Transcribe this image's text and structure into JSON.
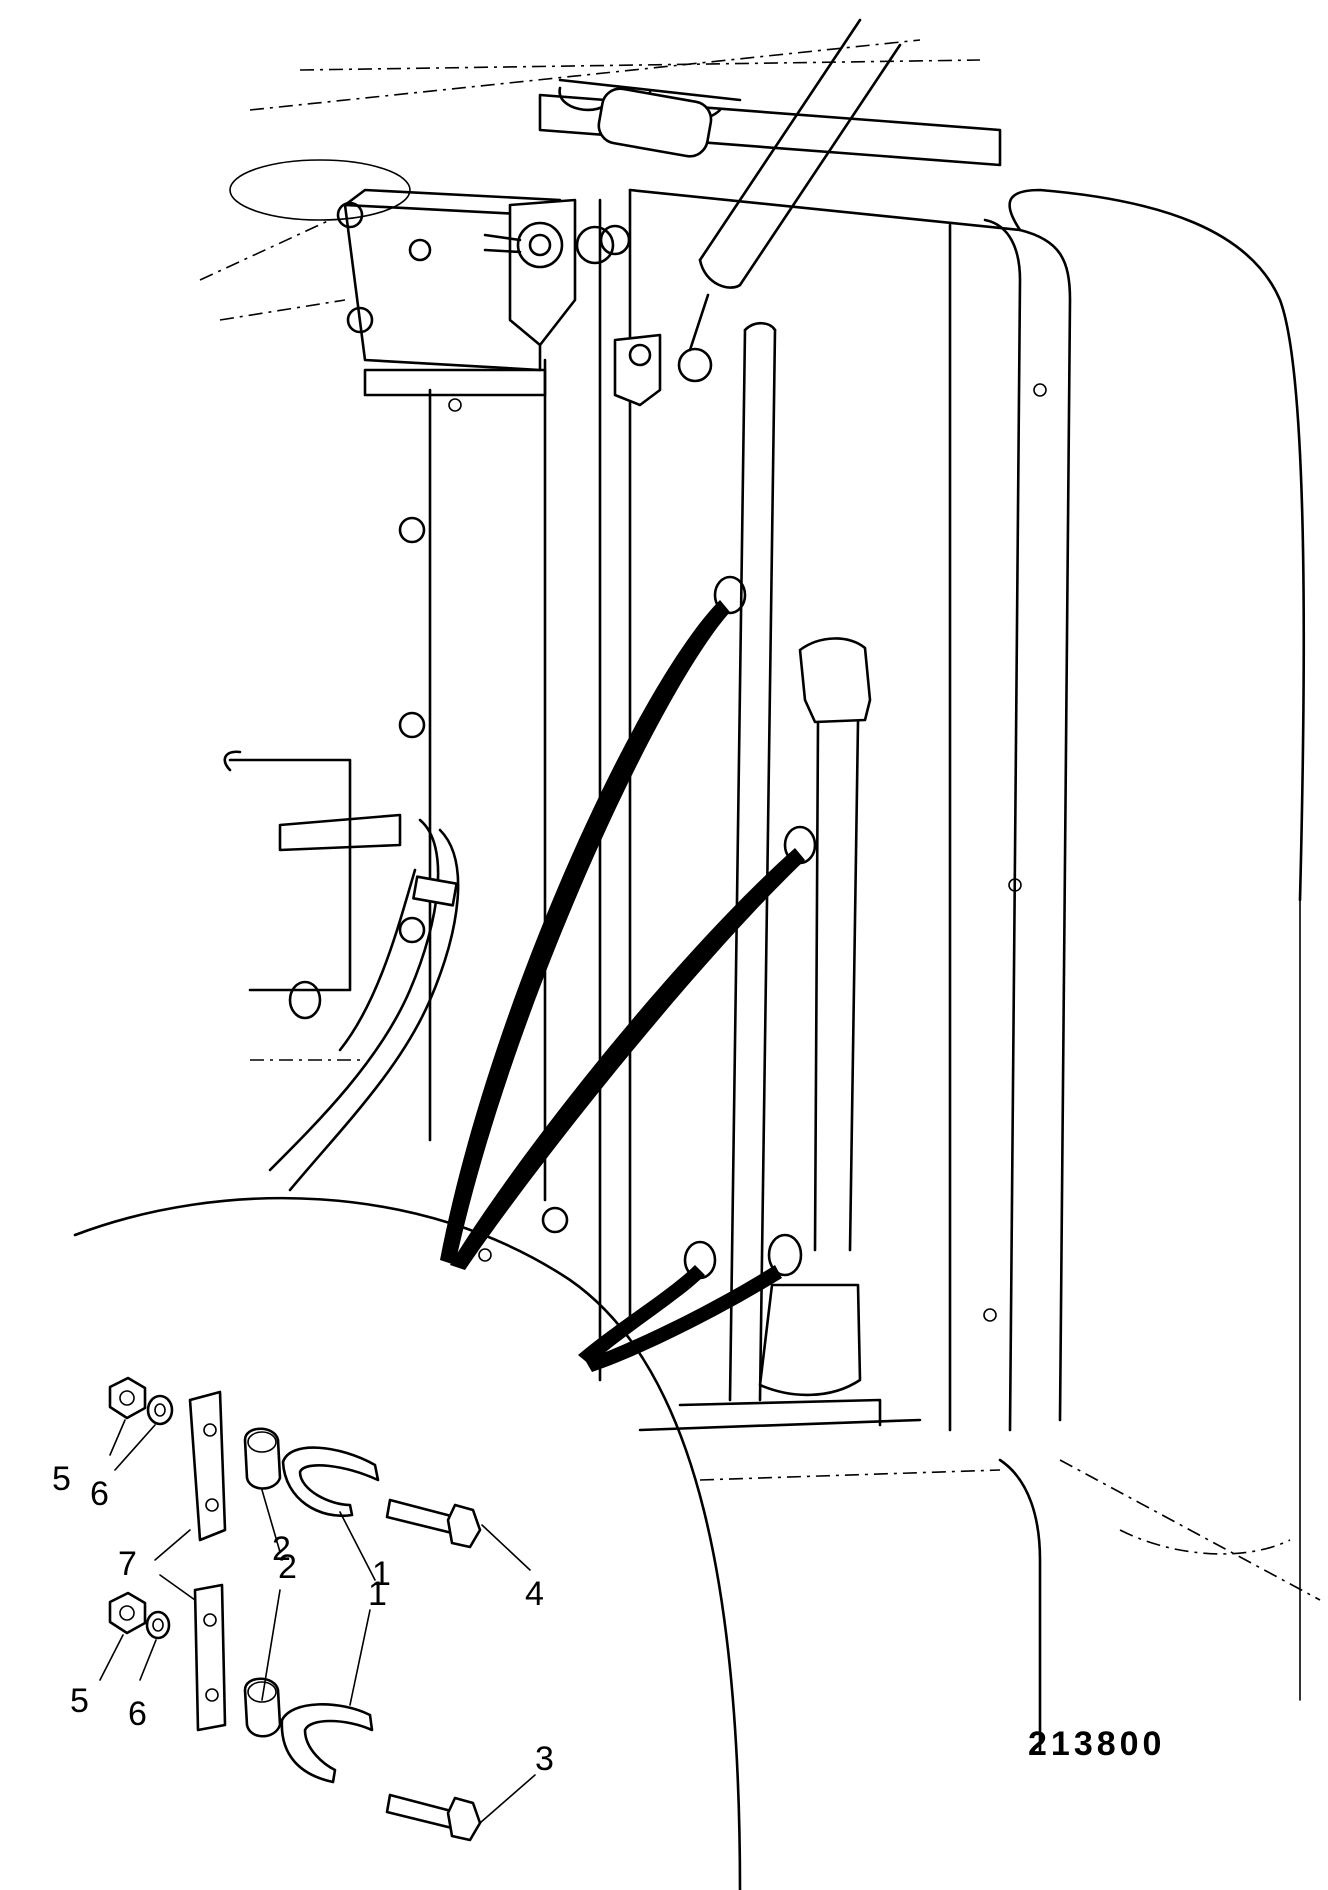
{
  "figure_number": "213800",
  "callouts": {
    "c1a": "1",
    "c1b": "1",
    "c2a": "2",
    "c2b": "2",
    "c3": "3",
    "c4": "4",
    "c5a": "5",
    "c5b": "5",
    "c6a": "6",
    "c6b": "6",
    "c7": "7"
  }
}
